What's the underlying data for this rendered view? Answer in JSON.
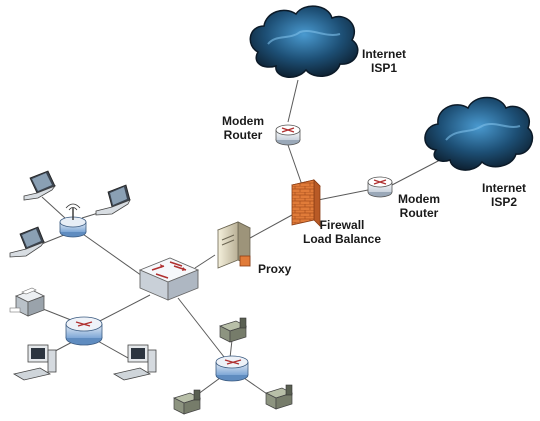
{
  "labels": {
    "isp1": [
      "Internet",
      "ISP1"
    ],
    "isp2": [
      "Internet",
      "ISP2"
    ],
    "modem1": [
      "Modem",
      "Router"
    ],
    "modem2": [
      "Modem",
      "Router"
    ],
    "firewall": [
      "Firewall",
      "Load Balance"
    ],
    "proxy": "Proxy"
  },
  "colors": {
    "cloud_dark": "#0f2233",
    "cloud_light": "#3f8bc0",
    "line": "#5a5a5a",
    "firewall": "#e07b39",
    "device_blue": "#7ea7d6"
  }
}
